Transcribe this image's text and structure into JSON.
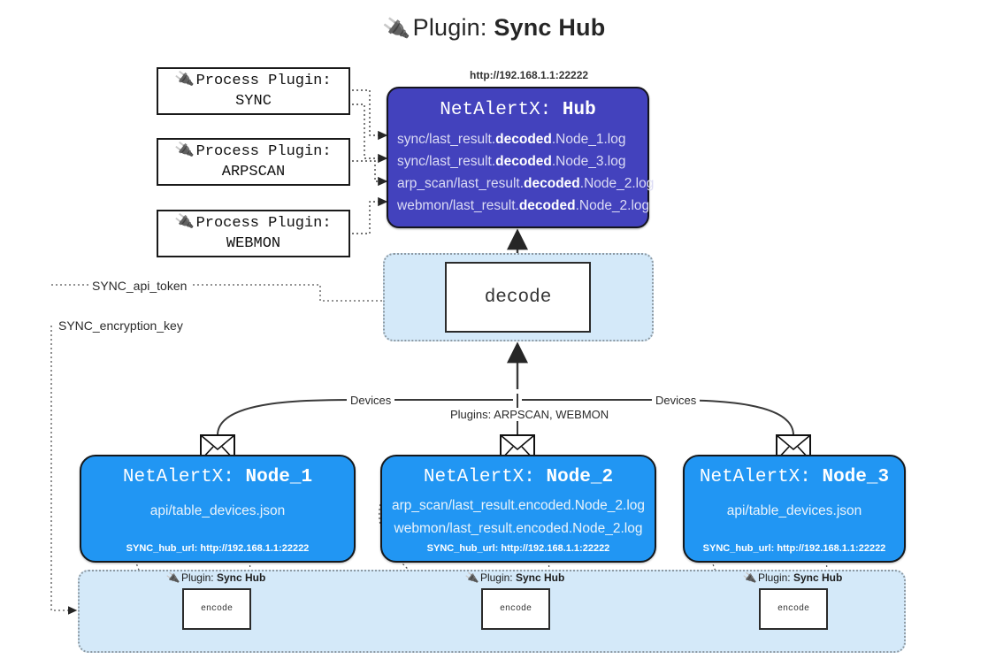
{
  "title": {
    "icon": "plug-icon",
    "prefix": "Plugin:",
    "name": "Sync Hub"
  },
  "process_plugins": [
    {
      "icon": "plug-icon",
      "line1": "Process Plugin:",
      "line2": "SYNC"
    },
    {
      "icon": "plug-icon",
      "line1": "Process Plugin:",
      "line2": "ARPSCAN"
    },
    {
      "icon": "plug-icon",
      "line1": "Process Plugin:",
      "line2": "WEBMON"
    }
  ],
  "hub": {
    "url_label": "http://192.168.1.1:22222",
    "title_prefix": "NetAlertX:",
    "title_name": "Hub",
    "logs": [
      {
        "pre": "sync/last_result.",
        "em": "decoded",
        "post": ".Node_1.log"
      },
      {
        "pre": "sync/last_result.",
        "em": "decoded",
        "post": ".Node_3.log"
      },
      {
        "pre": "arp_scan/last_result.",
        "em": "decoded",
        "post": ".Node_2.log"
      },
      {
        "pre": "webmon/last_result.",
        "em": "decoded",
        "post": ".Node_2.log"
      }
    ]
  },
  "decode": {
    "label": "decode"
  },
  "config_vars": {
    "api_token": "SYNC_api_token",
    "encryption_key": "SYNC_encryption_key"
  },
  "edge_labels": {
    "devices_left": "Devices",
    "plugins_center": "Plugins: ARPSCAN, WEBMON",
    "devices_right": "Devices"
  },
  "nodes": [
    {
      "title_prefix": "NetAlertX:",
      "title_name": "Node_1",
      "lines": [
        "api/table_devices.json"
      ],
      "footer": "SYNC_hub_url: http://192.168.1.1:22222",
      "icon": "envelope-icon"
    },
    {
      "title_prefix": "NetAlertX:",
      "title_name": "Node_2",
      "lines": [
        "arp_scan/last_result.encoded.Node_2.log",
        "webmon/last_result.encoded.Node_2.log"
      ],
      "footer": "SYNC_hub_url: http://192.168.1.1:22222",
      "icon": "envelope-icon"
    },
    {
      "title_prefix": "NetAlertX:",
      "title_name": "Node_3",
      "lines": [
        "api/table_devices.json"
      ],
      "footer": "SYNC_hub_url: http://192.168.1.1:22222",
      "icon": "envelope-icon"
    }
  ],
  "encoders": [
    {
      "tag_prefix": "Plugin:",
      "tag_name": "Sync Hub",
      "label": "encode"
    },
    {
      "tag_prefix": "Plugin:",
      "tag_name": "Sync Hub",
      "label": "encode"
    },
    {
      "tag_prefix": "Plugin:",
      "tag_name": "Sync Hub",
      "label": "encode"
    }
  ],
  "colors": {
    "hub": "#4342bd",
    "node": "#2196f3",
    "container": "#d4e9f9",
    "line": "#3a3a3a"
  }
}
